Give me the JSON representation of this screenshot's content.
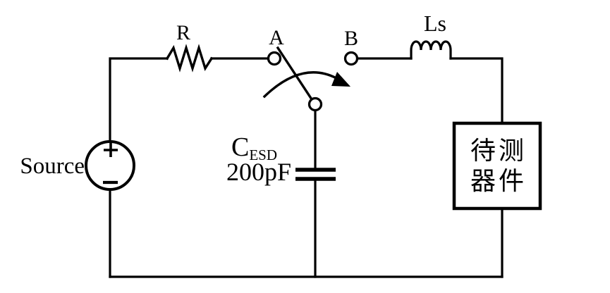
{
  "diagram": {
    "type": "circuit-schematic",
    "description": "ESD test circuit with charging source, switch between node A and node B, ESD capacitor, series inductor and device under test",
    "colors": {
      "line": "#000000",
      "background": "#ffffff"
    },
    "labels": {
      "source": "Source",
      "source_plus": "+",
      "source_minus": "−",
      "resistor": "R",
      "node_a": "A",
      "node_b": "B",
      "inductor": "Ls",
      "capacitor_symbol": "C",
      "capacitor_subscript": "ESD",
      "capacitor_value": "200pF",
      "dut_line1": "待测",
      "dut_line2": "器件"
    }
  }
}
